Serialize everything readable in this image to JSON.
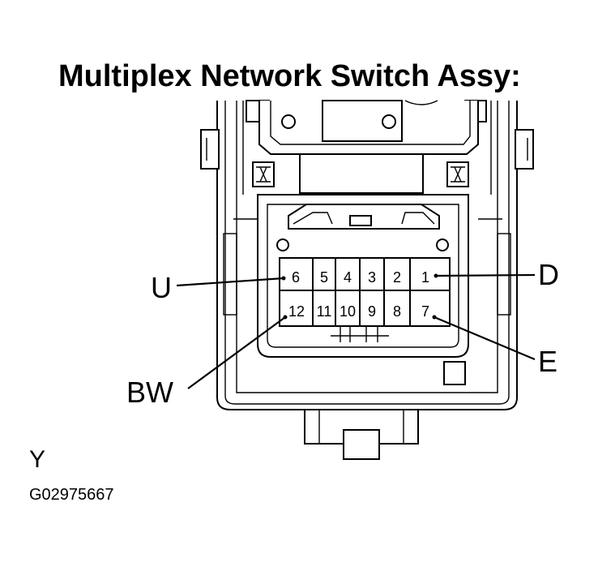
{
  "title": "Multiplex Network Switch Assy:",
  "pins_top": [
    "6",
    "5",
    "4",
    "3",
    "2",
    "1"
  ],
  "pins_bottom": [
    "12",
    "11",
    "10",
    "9",
    "8",
    "7"
  ],
  "callouts": {
    "u": "U",
    "d": "D",
    "bw": "BW",
    "e": "E"
  },
  "footer": {
    "letter": "Y",
    "code": "G02975667"
  }
}
